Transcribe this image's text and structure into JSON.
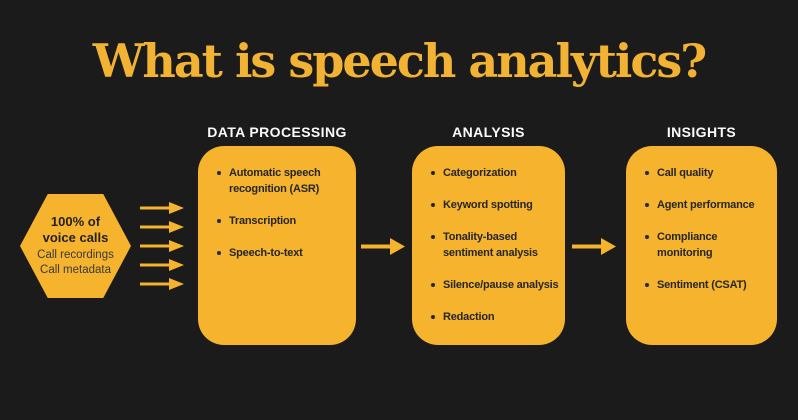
{
  "title": "What is speech analytics?",
  "colors": {
    "background": "#1b1b1b",
    "accent_yellow": "#f5b32e",
    "title_gold": "#f2b233",
    "header_text": "#fafafa",
    "box_text": "#262626"
  },
  "hexagon": {
    "headline": "100% of\nvoice calls",
    "sub1": "Call recordings",
    "sub2": "Call metadata"
  },
  "columns": [
    {
      "header": "DATA PROCESSING",
      "items": [
        "Automatic speech recognition (ASR)",
        "Transcription",
        "Speech-to-text"
      ]
    },
    {
      "header": "ANALYSIS",
      "items": [
        "Categorization",
        "Keyword spotting",
        "Tonality-based sentiment analysis",
        "Silence/pause analysis",
        "Redaction"
      ]
    },
    {
      "header": "INSIGHTS",
      "items": [
        "Call quality",
        "Agent performance",
        "Compliance monitoring",
        "Sentiment (CSAT)"
      ]
    }
  ]
}
